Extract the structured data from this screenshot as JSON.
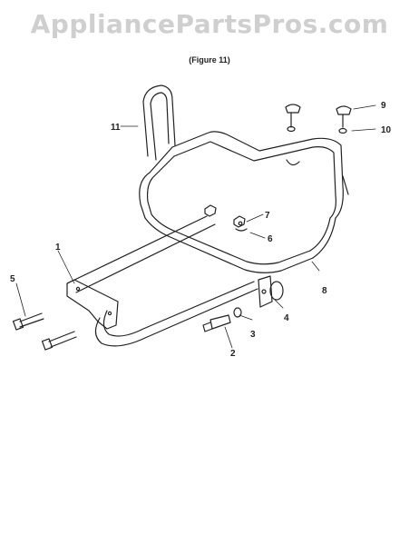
{
  "watermark": "AppliancePartsPros.com",
  "figure_caption": "(Figure 11)",
  "callouts": [
    "1",
    "2",
    "3",
    "4",
    "5",
    "6",
    "7",
    "8",
    "9",
    "10",
    "11"
  ],
  "colors": {
    "ink": "#222222",
    "watermark": "#cfcfcf",
    "background": "#ffffff"
  }
}
